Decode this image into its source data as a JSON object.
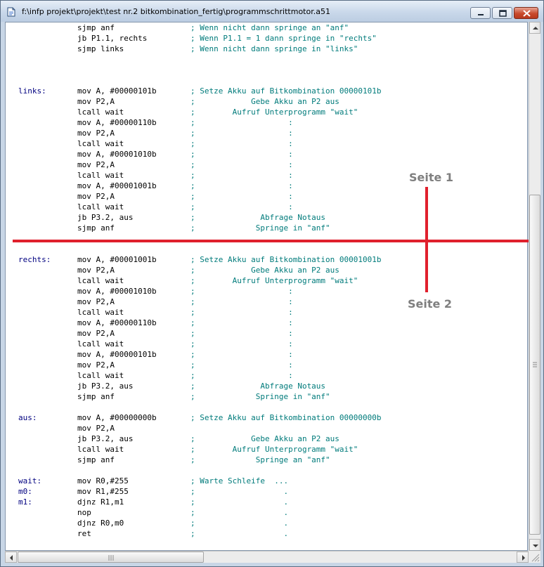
{
  "window": {
    "title": "f:\\infp projekt\\projekt\\test nr.2 bitkombination_fertig\\programmschrittmotor.a51",
    "icon": "document-icon"
  },
  "colors": {
    "label": "#000080",
    "instruction": "#000000",
    "comment": "#007b7b",
    "annotation_line": "#e0202d",
    "annotation_text": "#7f7f7f"
  },
  "code_lines": [
    {
      "label": "",
      "instr": "sjmp anf",
      "comment": "; Wenn nicht dann springe an \"anf\""
    },
    {
      "label": "",
      "instr": "jb P1.1, rechts",
      "comment": "; Wenn P1.1 = 1 dann springe in \"rechts\""
    },
    {
      "label": "",
      "instr": "sjmp links",
      "comment": "; Wenn nicht dann springe in \"links\""
    },
    {
      "label": "",
      "instr": "",
      "comment": ""
    },
    {
      "label": "",
      "instr": "",
      "comment": ""
    },
    {
      "label": "",
      "instr": "",
      "comment": ""
    },
    {
      "label": "links:",
      "instr": "mov A, #00000101b",
      "comment": "; Setze Akku auf Bitkombination 00000101b"
    },
    {
      "label": "",
      "instr": "mov P2,A",
      "comment": ";            Gebe Akku an P2 aus"
    },
    {
      "label": "",
      "instr": "lcall wait",
      "comment": ";        Aufruf Unterprogramm \"wait\""
    },
    {
      "label": "",
      "instr": "mov A, #00000110b",
      "comment": ";                    :"
    },
    {
      "label": "",
      "instr": "mov P2,A",
      "comment": ";                    :"
    },
    {
      "label": "",
      "instr": "lcall wait",
      "comment": ";                    :"
    },
    {
      "label": "",
      "instr": "mov A, #00001010b",
      "comment": ";                    :"
    },
    {
      "label": "",
      "instr": "mov P2,A",
      "comment": ";                    :"
    },
    {
      "label": "",
      "instr": "lcall wait",
      "comment": ";                    :"
    },
    {
      "label": "",
      "instr": "mov A, #00001001b",
      "comment": ";                    :"
    },
    {
      "label": "",
      "instr": "mov P2,A",
      "comment": ";                    :"
    },
    {
      "label": "",
      "instr": "lcall wait",
      "comment": ";                    :"
    },
    {
      "label": "",
      "instr": "jb P3.2, aus",
      "comment": ";              Abfrage Notaus"
    },
    {
      "label": "",
      "instr": "sjmp anf",
      "comment": ";             Springe in \"anf\""
    },
    {
      "label": "",
      "instr": "",
      "comment": ""
    },
    {
      "label": "",
      "instr": "",
      "comment": ""
    },
    {
      "label": "rechts:",
      "instr": "mov A, #00001001b",
      "comment": "; Setze Akku auf Bitkombination 00001001b"
    },
    {
      "label": "",
      "instr": "mov P2,A",
      "comment": ";            Gebe Akku an P2 aus"
    },
    {
      "label": "",
      "instr": "lcall wait",
      "comment": ";        Aufruf Unterprogramm \"wait\""
    },
    {
      "label": "",
      "instr": "mov A, #00001010b",
      "comment": ";                    :"
    },
    {
      "label": "",
      "instr": "mov P2,A",
      "comment": ";                    :"
    },
    {
      "label": "",
      "instr": "lcall wait",
      "comment": ";                    :"
    },
    {
      "label": "",
      "instr": "mov A, #00000110b",
      "comment": ";                    :"
    },
    {
      "label": "",
      "instr": "mov P2,A",
      "comment": ";                    :"
    },
    {
      "label": "",
      "instr": "lcall wait",
      "comment": ";                    :"
    },
    {
      "label": "",
      "instr": "mov A, #00000101b",
      "comment": ";                    :"
    },
    {
      "label": "",
      "instr": "mov P2,A",
      "comment": ";                    :"
    },
    {
      "label": "",
      "instr": "lcall wait",
      "comment": ";                    :"
    },
    {
      "label": "",
      "instr": "jb P3.2, aus",
      "comment": ";              Abfrage Notaus"
    },
    {
      "label": "",
      "instr": "sjmp anf",
      "comment": ";             Springe in \"anf\""
    },
    {
      "label": "",
      "instr": "",
      "comment": ""
    },
    {
      "label": "aus:",
      "instr": "mov A, #00000000b",
      "comment": "; Setze Akku auf Bitkombination 00000000b"
    },
    {
      "label": "",
      "instr": "mov P2,A",
      "comment": ""
    },
    {
      "label": "",
      "instr": "jb P3.2, aus",
      "comment": ";            Gebe Akku an P2 aus"
    },
    {
      "label": "",
      "instr": "lcall wait",
      "comment": ";        Aufruf Unterprogramm \"wait\""
    },
    {
      "label": "",
      "instr": "sjmp anf",
      "comment": ";             Springe an \"anf\""
    },
    {
      "label": "",
      "instr": "",
      "comment": ""
    },
    {
      "label": "wait:",
      "instr": "mov R0,#255",
      "comment": "; Warte Schleife  ..."
    },
    {
      "label": "m0:",
      "instr": "mov R1,#255",
      "comment": ";                   ."
    },
    {
      "label": "m1:",
      "instr": "djnz R1,m1",
      "comment": ";                   ."
    },
    {
      "label": "",
      "instr": "nop",
      "comment": ";                   ."
    },
    {
      "label": "",
      "instr": "djnz R0,m0",
      "comment": ";                   ."
    },
    {
      "label": "",
      "instr": "ret",
      "comment": ";                   ."
    }
  ],
  "annotations": {
    "seite1": "Seite 1",
    "seite2": "Seite 2"
  }
}
